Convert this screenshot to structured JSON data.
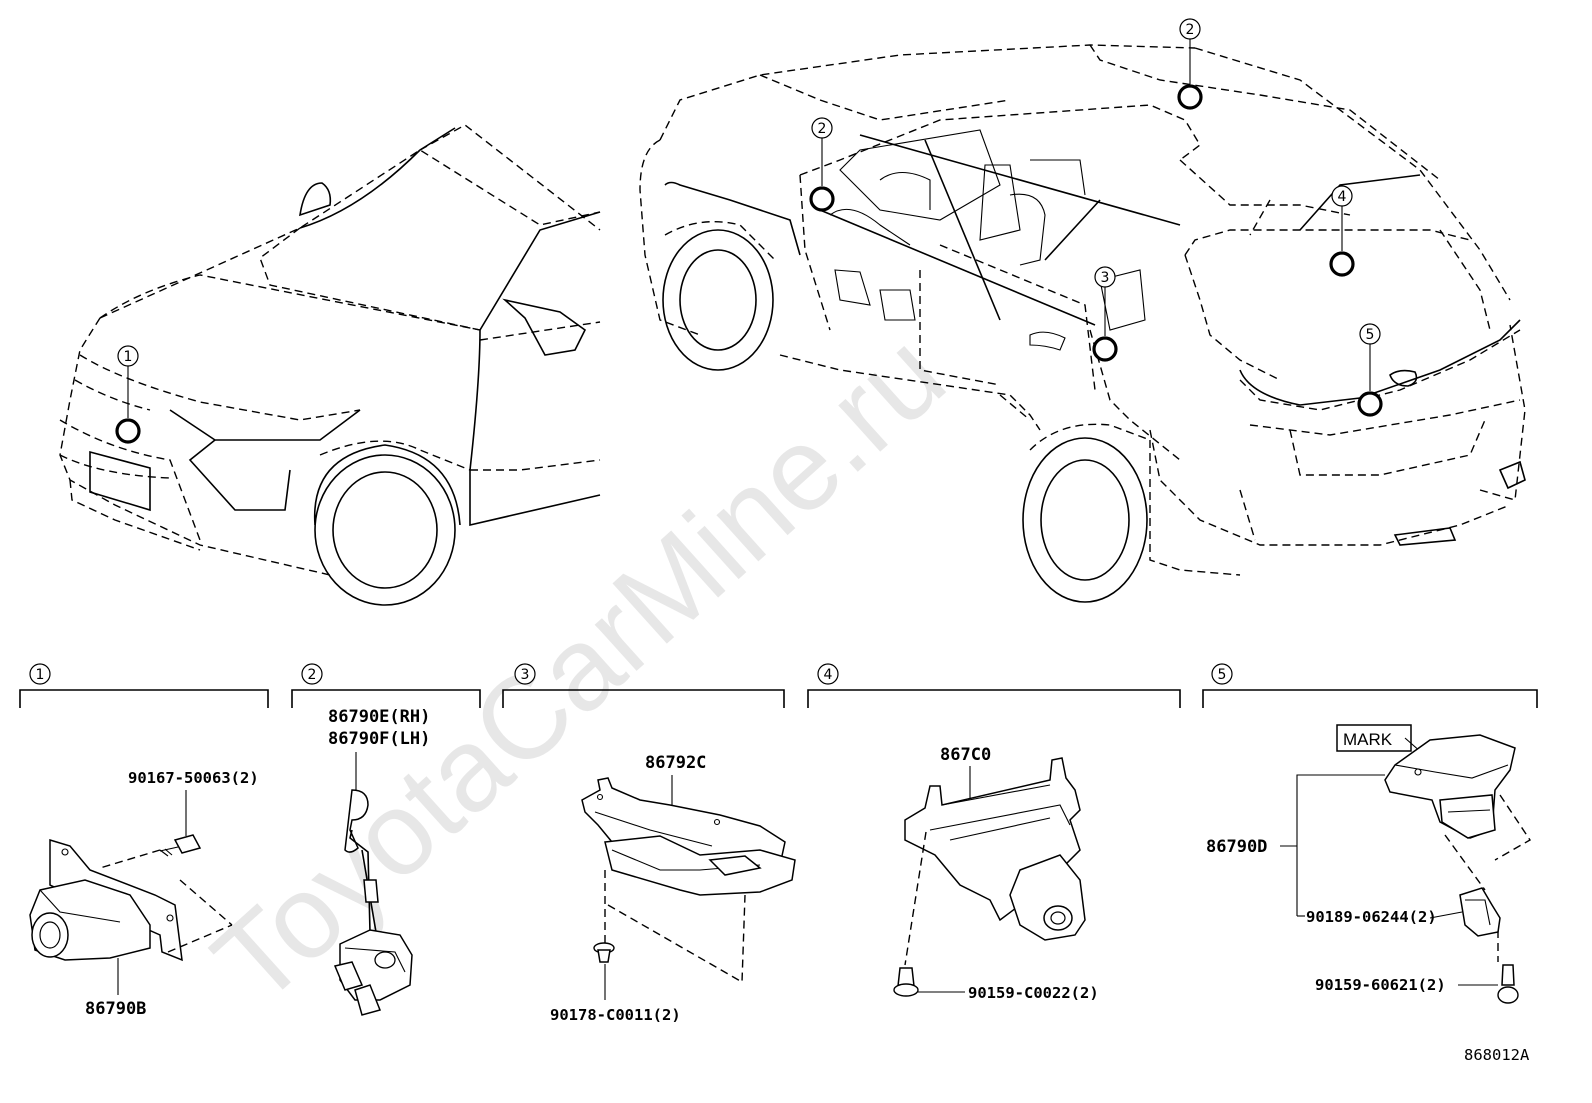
{
  "watermark": "ToyotaCarMine.ru",
  "drawing_id": "868012A",
  "location_callouts": [
    {
      "num": "1"
    },
    {
      "num": "2"
    },
    {
      "num": "2"
    },
    {
      "num": "3"
    },
    {
      "num": "4"
    },
    {
      "num": "5"
    }
  ],
  "sections": [
    {
      "num": "1"
    },
    {
      "num": "2"
    },
    {
      "num": "3"
    },
    {
      "num": "4"
    },
    {
      "num": "5"
    }
  ],
  "parts": {
    "p1_screw": "90167-50063(2)",
    "p1_camera": "86790B",
    "p2_rh": "86790E(RH)",
    "p2_lh": "86790F(LH)",
    "p3_ecu": "86792C",
    "p3_clip": "90178-C0011(2)",
    "p4_camera": "867C0",
    "p4_screw": "90159-C0022(2)",
    "p5_mark": "MARK",
    "p5_camera": "86790D",
    "p5_nut": "90189-06244(2)",
    "p5_screw": "90159-60621(2)"
  }
}
